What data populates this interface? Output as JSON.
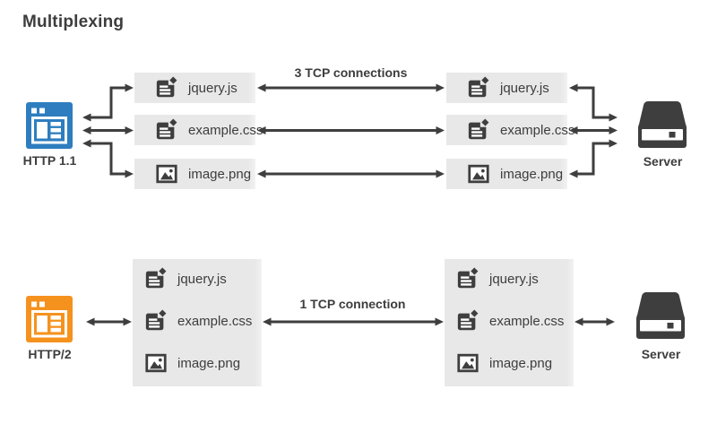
{
  "title": "Multiplexing",
  "colors": {
    "http1_blue": "#2e7dbf",
    "http2_orange": "#f5921e",
    "arrow_dark": "#3e3e3e",
    "box_gray": "#e8e8e8",
    "text_gray": "#3d3d3d"
  },
  "http1_section": {
    "client_label": "HTTP 1.1",
    "server_label": "Server",
    "connection_label": "3 TCP connections",
    "client_files": [
      "jquery.js",
      "example.css",
      "image.png"
    ],
    "server_files": [
      "jquery.js",
      "example.css",
      "image.png"
    ]
  },
  "http2_section": {
    "client_label": "HTTP/2",
    "server_label": "Server",
    "connection_label": "1 TCP connection",
    "client_files": [
      "jquery.js",
      "example.css",
      "image.png"
    ],
    "server_files": [
      "jquery.js",
      "example.css",
      "image.png"
    ]
  }
}
